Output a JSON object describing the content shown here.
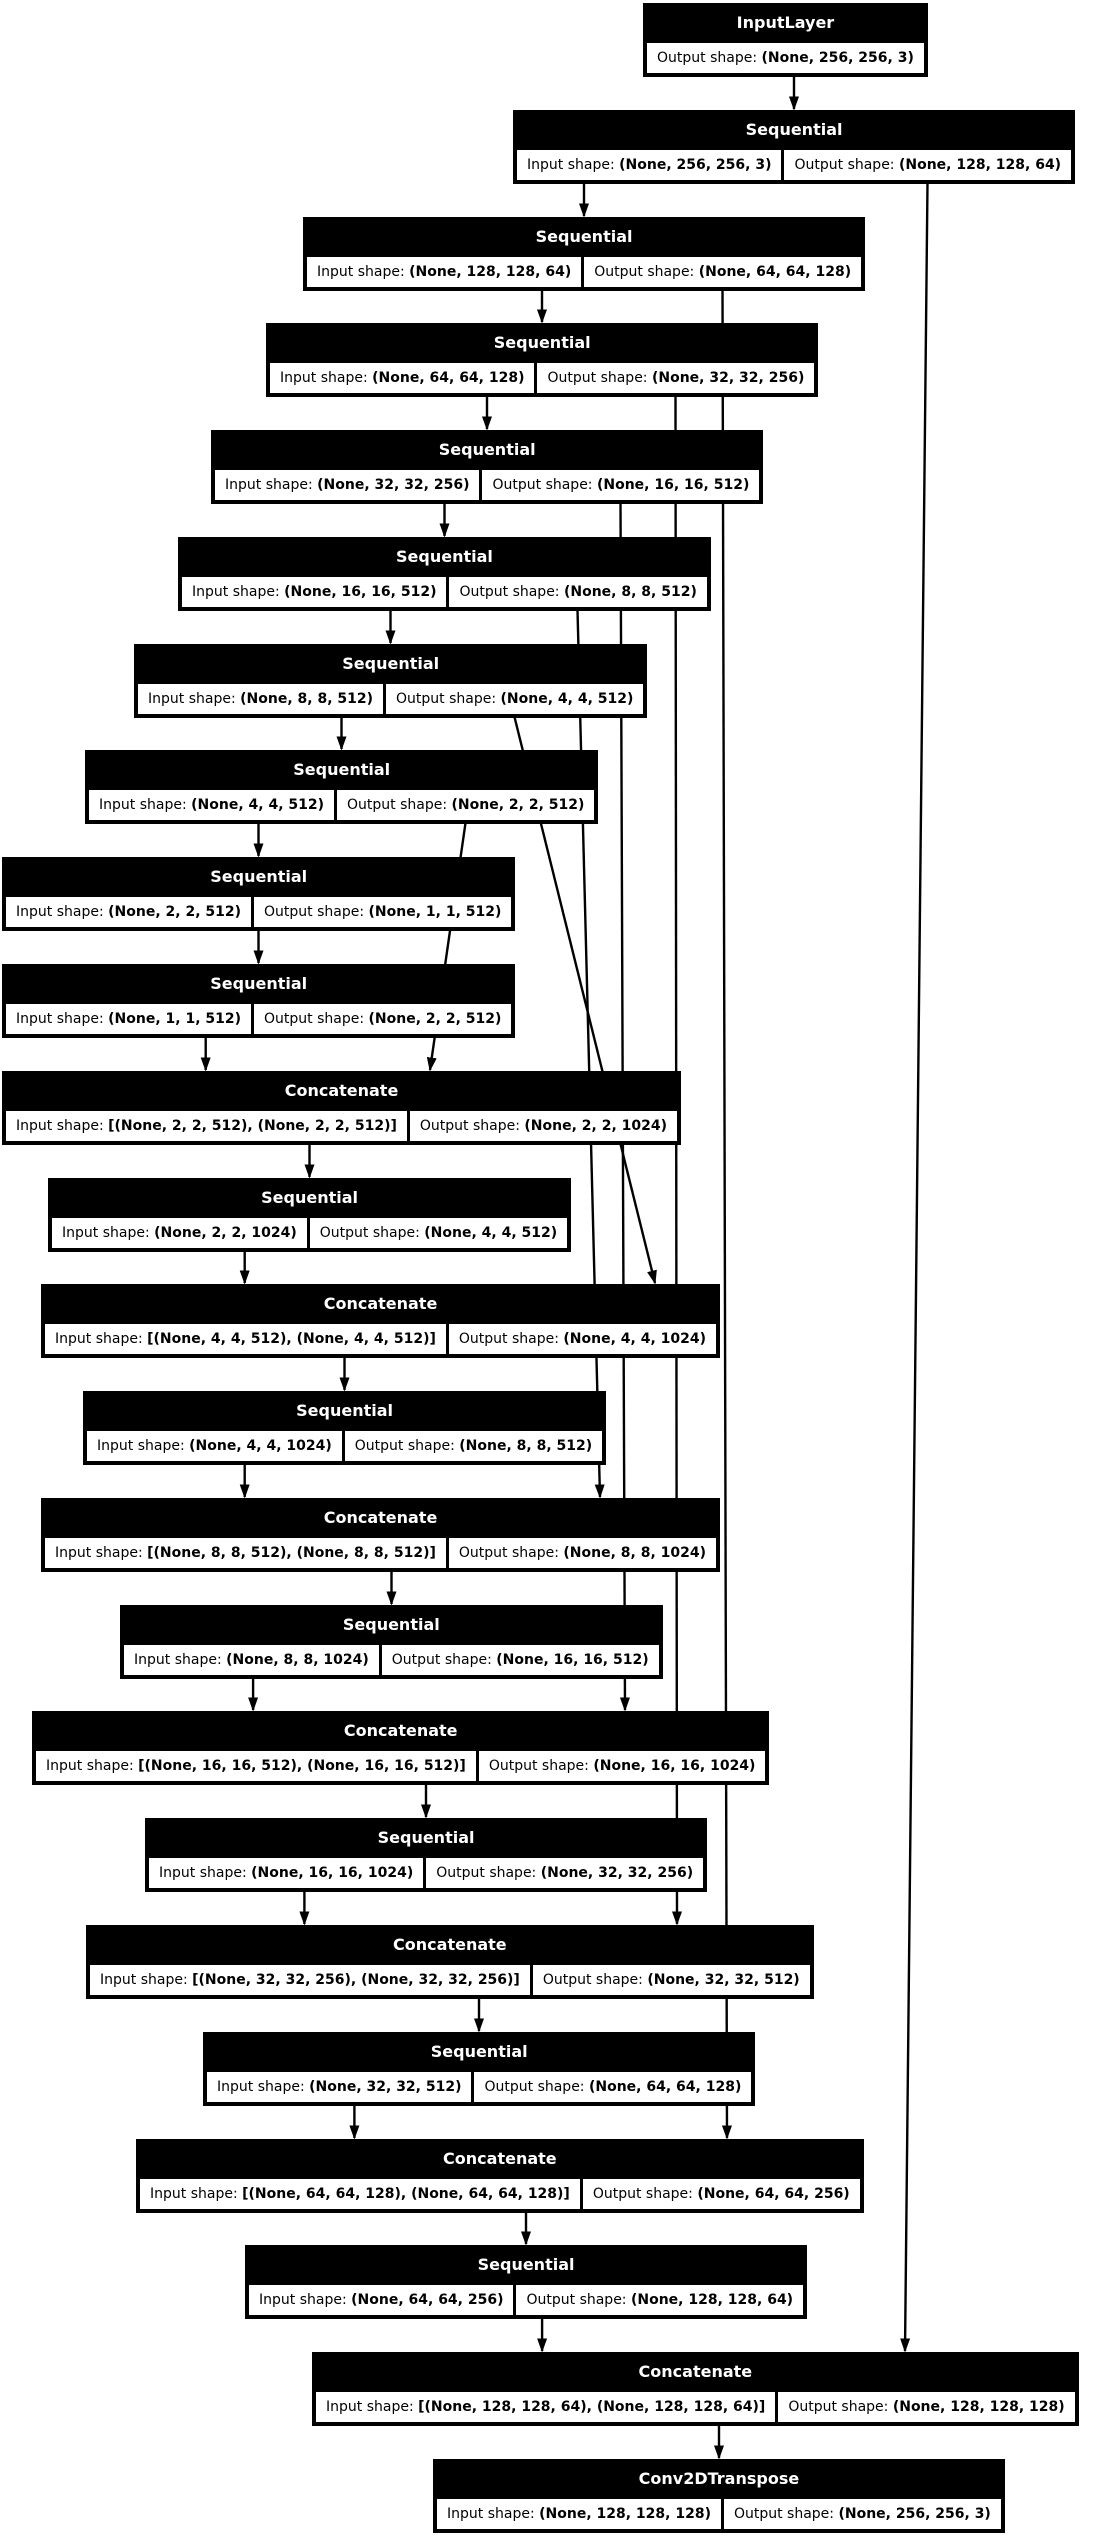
{
  "diagram": {
    "kind": "keras-model-architecture-graph",
    "colors": {
      "background": "#ffffff",
      "node_fill": "#000000",
      "node_title_text": "#ffffff",
      "cell_fill": "#ffffff",
      "cell_text": "#000000",
      "edge": "#000000"
    },
    "labels": {
      "input": "Input shape: ",
      "output": "Output shape: "
    },
    "nodes": [
      {
        "title": "InputLayer",
        "input_shape": null,
        "output_shape": "(None, 256, 256, 3)"
      },
      {
        "title": "Sequential",
        "input_shape": "(None, 256, 256, 3)",
        "output_shape": "(None, 128, 128, 64)"
      },
      {
        "title": "Sequential",
        "input_shape": "(None, 128, 128, 64)",
        "output_shape": "(None, 64, 64, 128)"
      },
      {
        "title": "Sequential",
        "input_shape": "(None, 64, 64, 128)",
        "output_shape": "(None, 32, 32, 256)"
      },
      {
        "title": "Sequential",
        "input_shape": "(None, 32, 32, 256)",
        "output_shape": "(None, 16, 16, 512)"
      },
      {
        "title": "Sequential",
        "input_shape": "(None, 16, 16, 512)",
        "output_shape": "(None, 8, 8, 512)"
      },
      {
        "title": "Sequential",
        "input_shape": "(None, 8, 8, 512)",
        "output_shape": "(None, 4, 4, 512)"
      },
      {
        "title": "Sequential",
        "input_shape": "(None, 4, 4, 512)",
        "output_shape": "(None, 2, 2, 512)"
      },
      {
        "title": "Sequential",
        "input_shape": "(None, 2, 2, 512)",
        "output_shape": "(None, 1, 1, 512)"
      },
      {
        "title": "Sequential",
        "input_shape": "(None, 1, 1, 512)",
        "output_shape": "(None, 2, 2, 512)"
      },
      {
        "title": "Concatenate",
        "input_shape": "[(None, 2, 2, 512), (None, 2, 2, 512)]",
        "output_shape": "(None, 2, 2, 1024)"
      },
      {
        "title": "Sequential",
        "input_shape": "(None, 2, 2, 1024)",
        "output_shape": "(None, 4, 4, 512)"
      },
      {
        "title": "Concatenate",
        "input_shape": "[(None, 4, 4, 512), (None, 4, 4, 512)]",
        "output_shape": "(None, 4, 4, 1024)"
      },
      {
        "title": "Sequential",
        "input_shape": "(None, 4, 4, 1024)",
        "output_shape": "(None, 8, 8, 512)"
      },
      {
        "title": "Concatenate",
        "input_shape": "[(None, 8, 8, 512), (None, 8, 8, 512)]",
        "output_shape": "(None, 8, 8, 1024)"
      },
      {
        "title": "Sequential",
        "input_shape": "(None, 8, 8, 1024)",
        "output_shape": "(None, 16, 16, 512)"
      },
      {
        "title": "Concatenate",
        "input_shape": "[(None, 16, 16, 512), (None, 16, 16, 512)]",
        "output_shape": "(None, 16, 16, 1024)"
      },
      {
        "title": "Sequential",
        "input_shape": "(None, 16, 16, 1024)",
        "output_shape": "(None, 32, 32, 256)"
      },
      {
        "title": "Concatenate",
        "input_shape": "[(None, 32, 32, 256), (None, 32, 32, 256)]",
        "output_shape": "(None, 32, 32, 512)"
      },
      {
        "title": "Sequential",
        "input_shape": "(None, 32, 32, 512)",
        "output_shape": "(None, 64, 64, 128)"
      },
      {
        "title": "Concatenate",
        "input_shape": "[(None, 64, 64, 128), (None, 64, 64, 128)]",
        "output_shape": "(None, 64, 64, 256)"
      },
      {
        "title": "Sequential",
        "input_shape": "(None, 64, 64, 256)",
        "output_shape": "(None, 128, 128, 64)"
      },
      {
        "title": "Concatenate",
        "input_shape": "[(None, 128, 128, 64), (None, 128, 128, 64)]",
        "output_shape": "(None, 128, 128, 128)"
      },
      {
        "title": "Conv2DTranspose",
        "input_shape": "(None, 128, 128, 128)",
        "output_shape": "(None, 256, 256, 3)"
      }
    ],
    "edges": {
      "chain": [
        [
          0,
          1
        ],
        [
          1,
          2
        ],
        [
          2,
          3
        ],
        [
          3,
          4
        ],
        [
          4,
          5
        ],
        [
          5,
          6
        ],
        [
          6,
          7
        ],
        [
          7,
          8
        ],
        [
          8,
          9
        ],
        [
          9,
          10
        ],
        [
          10,
          11
        ],
        [
          11,
          12
        ],
        [
          12,
          13
        ],
        [
          13,
          14
        ],
        [
          14,
          15
        ],
        [
          15,
          16
        ],
        [
          16,
          17
        ],
        [
          17,
          18
        ],
        [
          18,
          19
        ],
        [
          19,
          20
        ],
        [
          20,
          21
        ],
        [
          21,
          22
        ],
        [
          22,
          23
        ]
      ],
      "skips": [
        [
          1,
          22
        ],
        [
          2,
          20
        ],
        [
          3,
          18
        ],
        [
          4,
          16
        ],
        [
          5,
          14
        ],
        [
          6,
          12
        ],
        [
          7,
          10
        ]
      ]
    }
  }
}
